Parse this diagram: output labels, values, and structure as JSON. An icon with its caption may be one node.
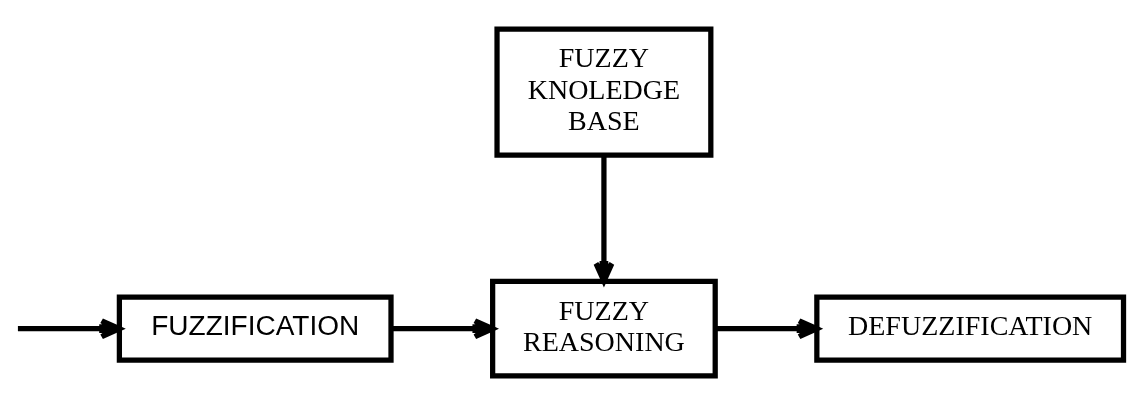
{
  "diagram": {
    "nodes": [
      {
        "text": [
          "FUZZIFICATION"
        ]
      },
      {
        "text": [
          "FUZZY REASONING"
        ]
      },
      {
        "text": [
          "DEFUZZIFICATION"
        ]
      },
      {
        "text": [
          "FUZZY KNOLEDGE BASE"
        ]
      }
    ],
    "edges": [
      {
        "from": null,
        "to": 0,
        "arrow": "to"
      },
      {
        "from": 0,
        "to": 1,
        "arrow": "to"
      },
      {
        "from": 1,
        "to": 2,
        "arrow": "to"
      },
      {
        "from": 3,
        "to": 1,
        "arrow": "to"
      }
    ]
  }
}
